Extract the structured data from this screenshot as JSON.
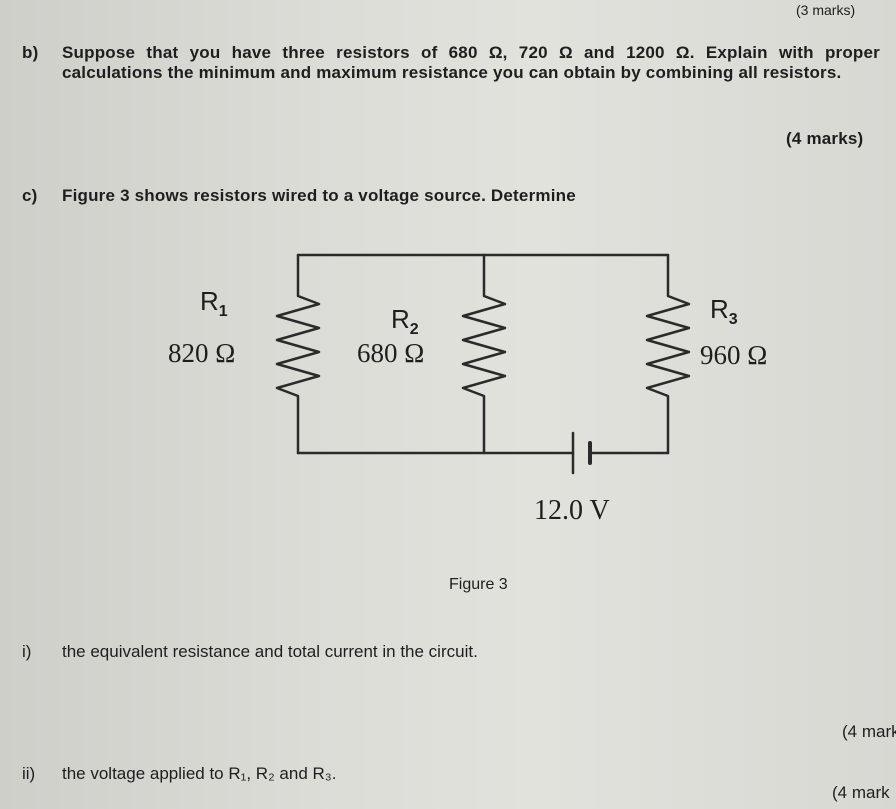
{
  "marks_a": "(3 marks)",
  "question_b": {
    "label": "b)",
    "text": "Suppose that you have three resistors of 680 Ω, 720 Ω and 1200 Ω. Explain with proper calculations the minimum and maximum resistance you can obtain by combining all resistors.",
    "marks": "(4 marks)"
  },
  "question_c": {
    "label": "c)",
    "text": "Figure 3 shows resistors wired to a voltage source. Determine"
  },
  "figure": {
    "caption": "Figure 3",
    "r1": {
      "name": "R",
      "sub": "1",
      "value": "820 Ω"
    },
    "r2": {
      "name": "R",
      "sub": "2",
      "value": "680 Ω"
    },
    "r3": {
      "name": "R",
      "sub": "3",
      "value": "960 Ω"
    },
    "source": "12.0 V"
  },
  "part_i": {
    "label": "i)",
    "text": "the equivalent resistance and total current in the circuit.",
    "marks": "(4 mark"
  },
  "part_ii": {
    "label": "ii)",
    "text": "the voltage applied to R₁, R₂ and R₃.",
    "marks": "(4 mark"
  }
}
